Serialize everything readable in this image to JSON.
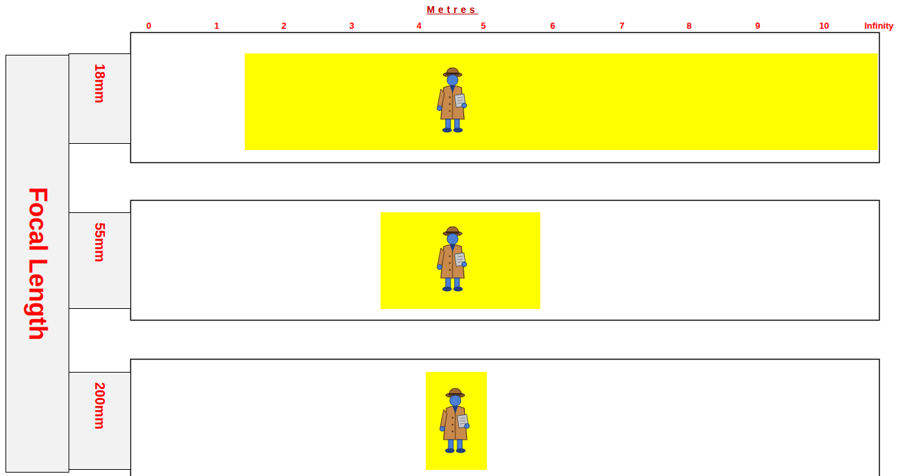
{
  "diagram": {
    "nodes": [
      {
        "text": [
          "Focal Length"
        ]
      },
      {
        "text": [
          "18mm"
        ]
      },
      {
        "text": [
          "55mm"
        ]
      },
      {
        "text": [
          "200mm"
        ]
      }
    ],
    "labels": [
      "Metres",
      "0",
      "1",
      "2",
      "3",
      "4",
      "5",
      "6",
      "7",
      "8",
      "9",
      "10",
      "Infinity"
    ]
  }
}
